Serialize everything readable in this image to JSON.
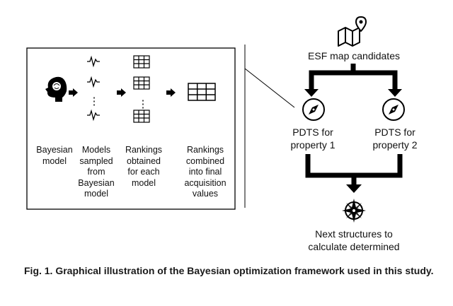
{
  "left_panel": {
    "columns": [
      {
        "label": "Bayesian\nmodel"
      },
      {
        "label": "Models\nsampled\nfrom\nBayesian\nmodel"
      },
      {
        "label": "Rankings\nobtained\nfor each\nmodel"
      },
      {
        "label": "Rankings\ncombined\ninto final\nacquisition\nvalues"
      }
    ],
    "ellipsis": "⋮"
  },
  "right_panel": {
    "map_label": "ESF map candidates",
    "pdts_1": "PDTS for\nproperty 1",
    "pdts_2": "PDTS for\nproperty 2",
    "result_label": "Next structures to\ncalculate determined"
  },
  "caption": "Fig. 1. Graphical illustration of the Bayesian optimization framework used in this study."
}
